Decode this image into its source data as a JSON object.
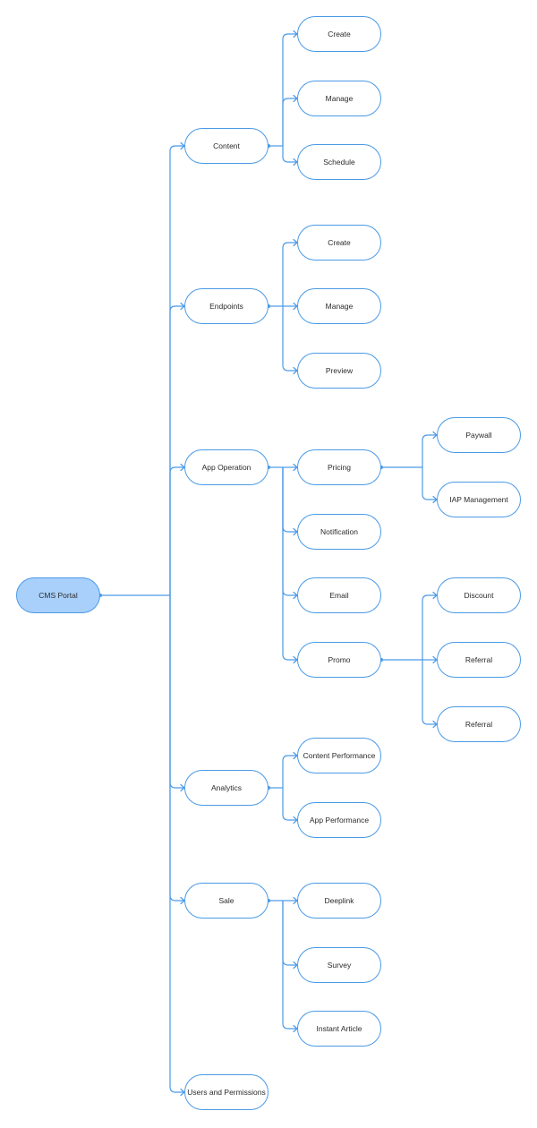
{
  "colors": {
    "line": "#4a9ae6",
    "root_fill": "#a9d0fb",
    "node_fill": "#ffffff",
    "text": "#2b2b2b"
  },
  "root": {
    "label": "CMS Portal",
    "children": [
      {
        "label": "Content",
        "children": [
          {
            "label": "Create"
          },
          {
            "label": "Manage"
          },
          {
            "label": "Schedule"
          }
        ]
      },
      {
        "label": "Endpoints",
        "children": [
          {
            "label": "Create"
          },
          {
            "label": "Manage"
          },
          {
            "label": "Preview"
          }
        ]
      },
      {
        "label": "App Operation",
        "children": [
          {
            "label": "Pricing",
            "children": [
              {
                "label": "Paywall"
              },
              {
                "label": "IAP Management"
              }
            ]
          },
          {
            "label": "Notification"
          },
          {
            "label": "Email"
          },
          {
            "label": "Promo",
            "children": [
              {
                "label": "Discount"
              },
              {
                "label": "Referral"
              },
              {
                "label": "Referral"
              }
            ]
          }
        ]
      },
      {
        "label": "Analytics",
        "children": [
          {
            "label": "Content Performance"
          },
          {
            "label": "App Performance"
          }
        ]
      },
      {
        "label": "Sale",
        "children": [
          {
            "label": "Deeplink"
          },
          {
            "label": "Survey"
          },
          {
            "label": "Instant Article"
          }
        ]
      },
      {
        "label": "Users and Permissions",
        "children": []
      }
    ]
  }
}
